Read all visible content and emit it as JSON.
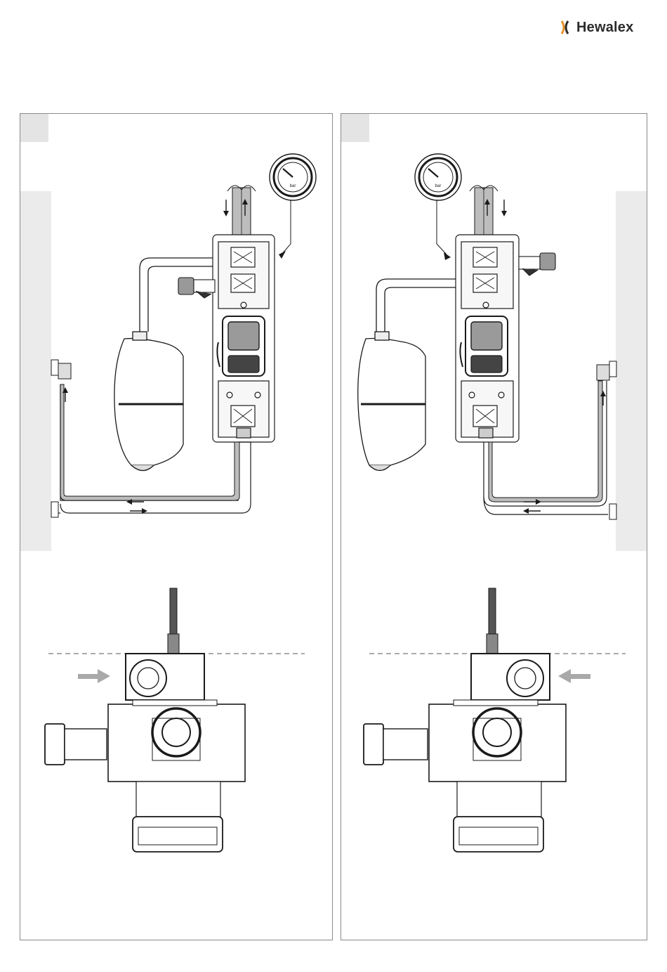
{
  "brand": {
    "name": "Hewalex",
    "accent_color": "#e8912b",
    "text_color": "#2b2b2b"
  },
  "figures": {
    "left": {
      "gauge_label": "bar",
      "gauge_icon": "pressure-gauge-icon"
    },
    "right": {
      "gauge_label": "bar",
      "gauge_icon": "pressure-gauge-icon"
    }
  },
  "colors": {
    "line": "#1a1a1a",
    "pipe_fill": "#bdbdbd",
    "wall_fill": "#ebebeb",
    "flow_arrow": "#a9a9a9"
  }
}
